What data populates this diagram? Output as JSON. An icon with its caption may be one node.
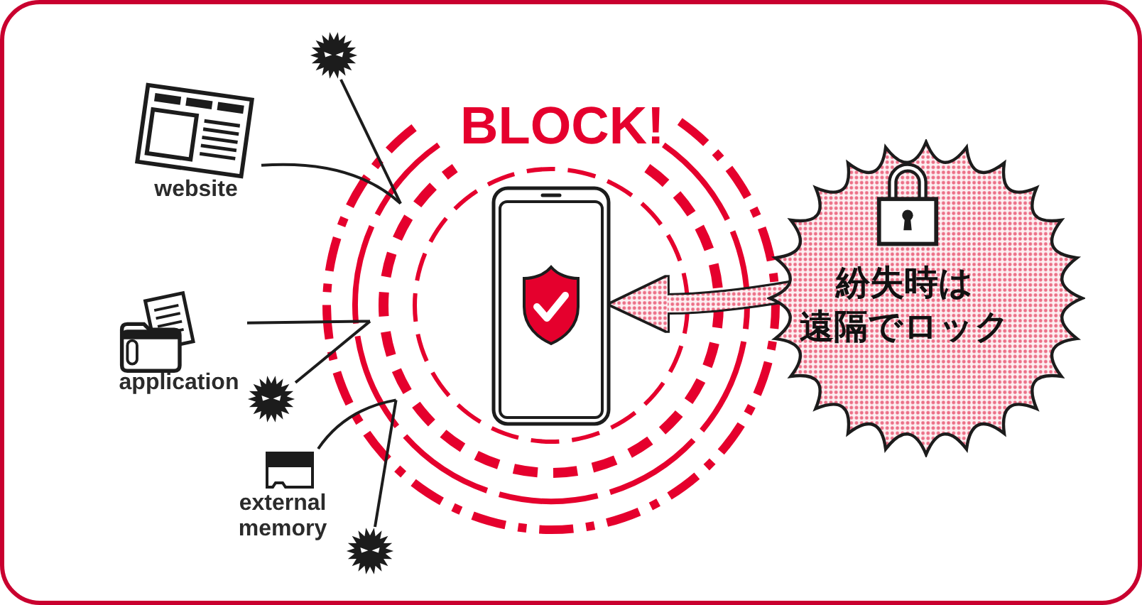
{
  "diagram": {
    "nodes": [
      {
        "text": [],
        "shape": "picture"
      },
      {
        "text": [
          "website"
        ]
      },
      {
        "text": [],
        "shape": "circle"
      },
      {
        "text": [],
        "shape": "picture",
        "in": 2
      },
      {
        "text": [
          "紛失時は遠隔でロック"
        ]
      },
      {
        "text": [
          "application"
        ]
      },
      {
        "text": [],
        "shape": "picture"
      },
      {
        "text": [
          "external memory"
        ]
      },
      {
        "text": [],
        "shape": "picture"
      }
    ],
    "edges": [
      {
        "from": 0,
        "to": 2,
        "arrow": "none"
      },
      {
        "from": 1,
        "to": 2,
        "arrow": "none"
      },
      {
        "from": 5,
        "to": 2,
        "arrow": "none"
      },
      {
        "from": 6,
        "to": 2,
        "arrow": "none"
      },
      {
        "from": 7,
        "to": 2,
        "arrow": "none"
      },
      {
        "from": 8,
        "to": 2,
        "arrow": "none"
      },
      {
        "from": 4,
        "to": 3,
        "arrow": "to",
        "style": "thick",
        "color": "#ec6f87"
      }
    ],
    "labels": [
      "BLOCK!"
    ]
  }
}
